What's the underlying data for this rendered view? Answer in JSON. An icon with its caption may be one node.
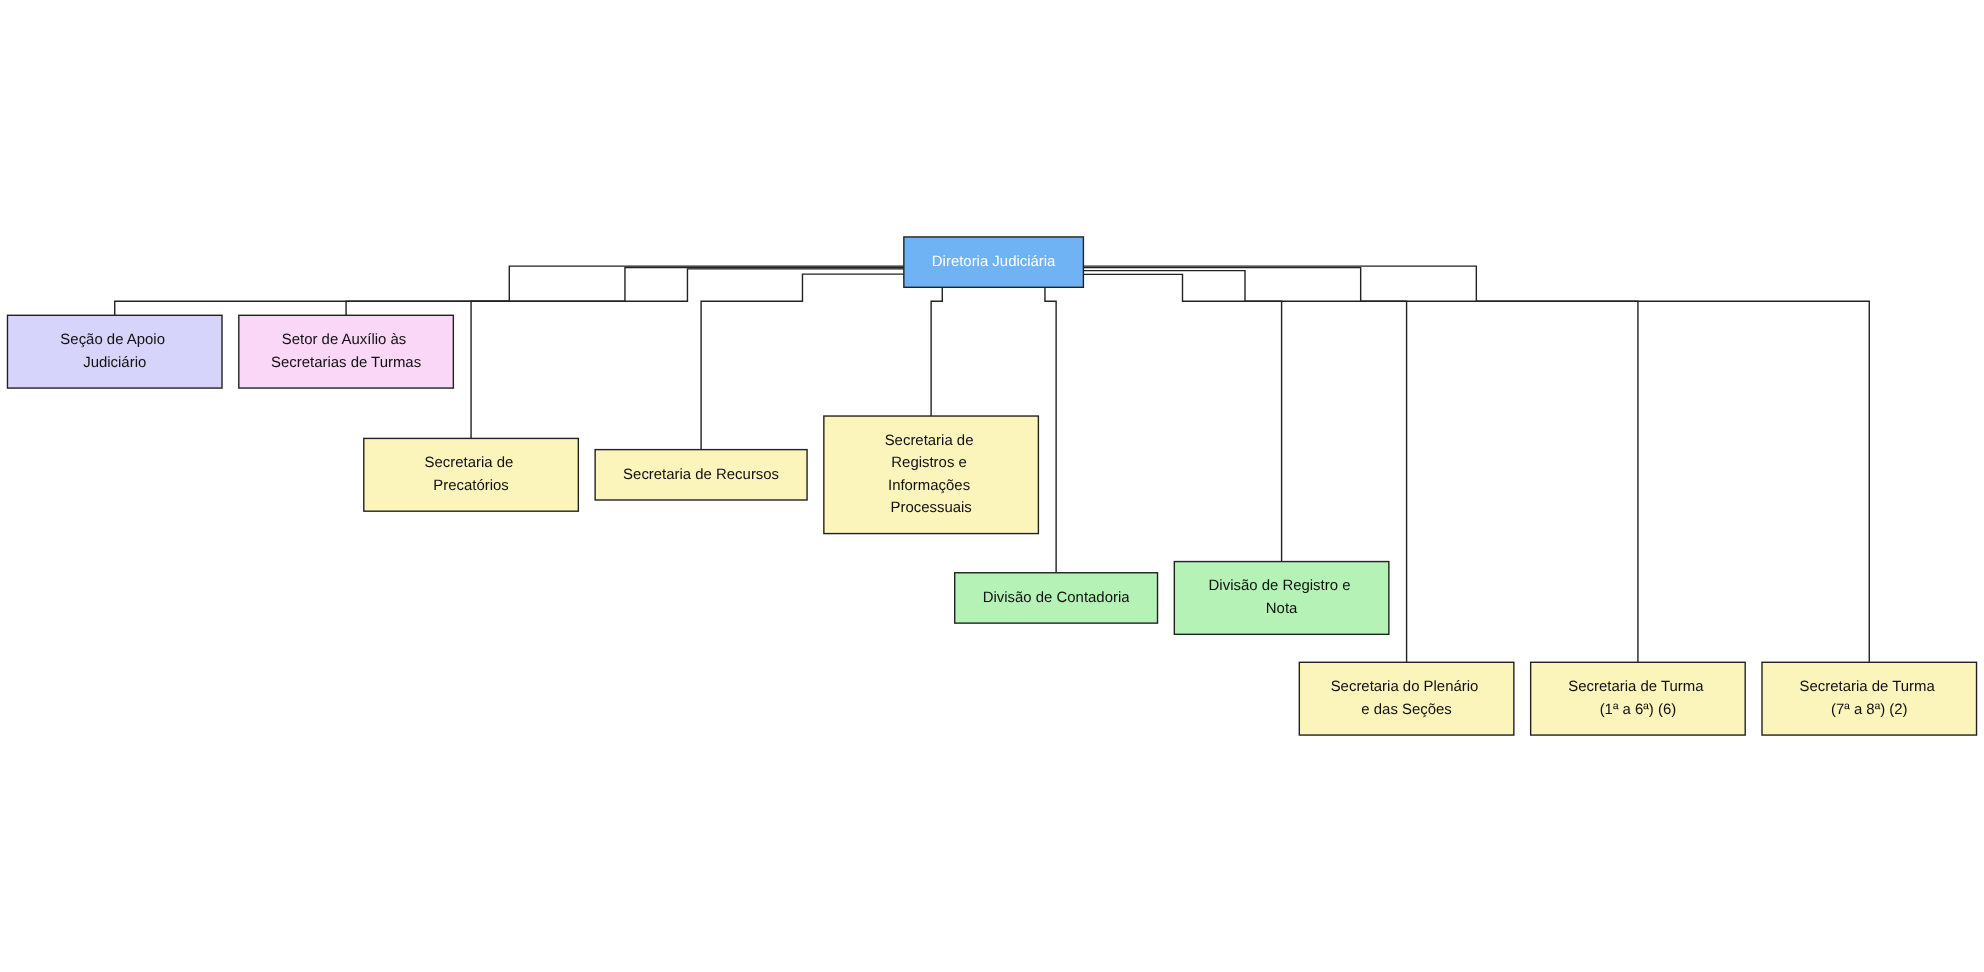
{
  "diagram": {
    "nodes": [
      {
        "text": [
          "Diretoria Judiciária"
        ]
      },
      {
        "text": [
          "Seção de Apoio Judiciário"
        ]
      },
      {
        "text": [
          "Setor de Auxílio às Secretarias de Turmas"
        ]
      },
      {
        "text": [
          "Divisão de Contadoria"
        ]
      },
      {
        "text": [
          "Secretaria de Precatórios"
        ]
      },
      {
        "text": [
          "Secretaria de Recursos"
        ]
      },
      {
        "text": [
          "Secretaria de Registros e Informações Processuais"
        ]
      },
      {
        "text": [
          "Divisão de Registro e Nota"
        ]
      },
      {
        "text": [
          "Secretaria do Plenário e das Seções"
        ]
      },
      {
        "text": [
          "Secretaria de Turma (1ª a 6ª) (6)"
        ]
      },
      {
        "text": [
          "Secretaria de Turma (7ª a 8ª) (2)"
        ]
      }
    ],
    "edges": [
      {
        "from": 0,
        "to": 1,
        "arrow": "none"
      },
      {
        "from": 0,
        "to": 2,
        "arrow": "none"
      },
      {
        "from": 0,
        "to": 3,
        "arrow": "none"
      },
      {
        "from": 0,
        "to": 4,
        "arrow": "none"
      },
      {
        "from": 0,
        "to": 5,
        "arrow": "none"
      },
      {
        "from": 0,
        "to": 6,
        "arrow": "none"
      },
      {
        "from": 0,
        "to": 7,
        "arrow": "none"
      },
      {
        "from": 0,
        "to": 8,
        "arrow": "none"
      },
      {
        "from": 0,
        "to": 9,
        "arrow": "none"
      },
      {
        "from": 0,
        "to": 10,
        "arrow": "none"
      }
    ]
  }
}
